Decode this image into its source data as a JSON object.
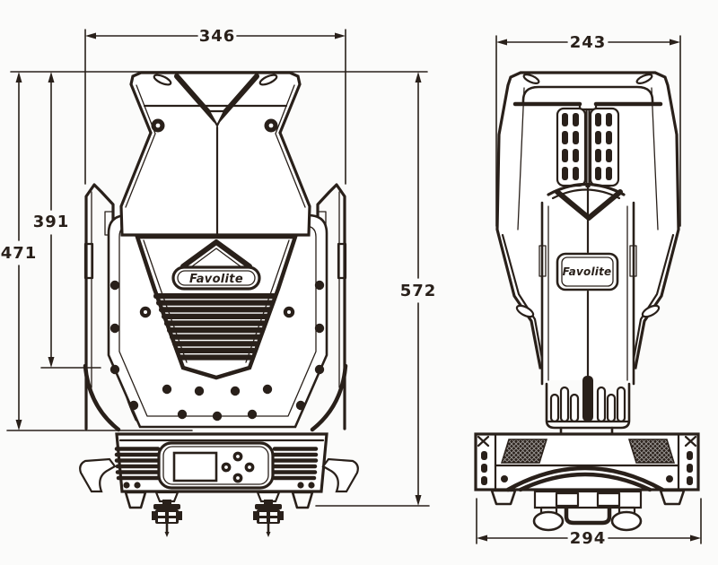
{
  "brand": {
    "name": "Favolite"
  },
  "dimensions": {
    "front_width": "346",
    "head_height": "391",
    "yoke_height": "471",
    "total_height": "572",
    "side_width": "243",
    "base_depth": "294"
  },
  "colors": {
    "ink": "#29201a",
    "paper": "#fbfbfa"
  }
}
